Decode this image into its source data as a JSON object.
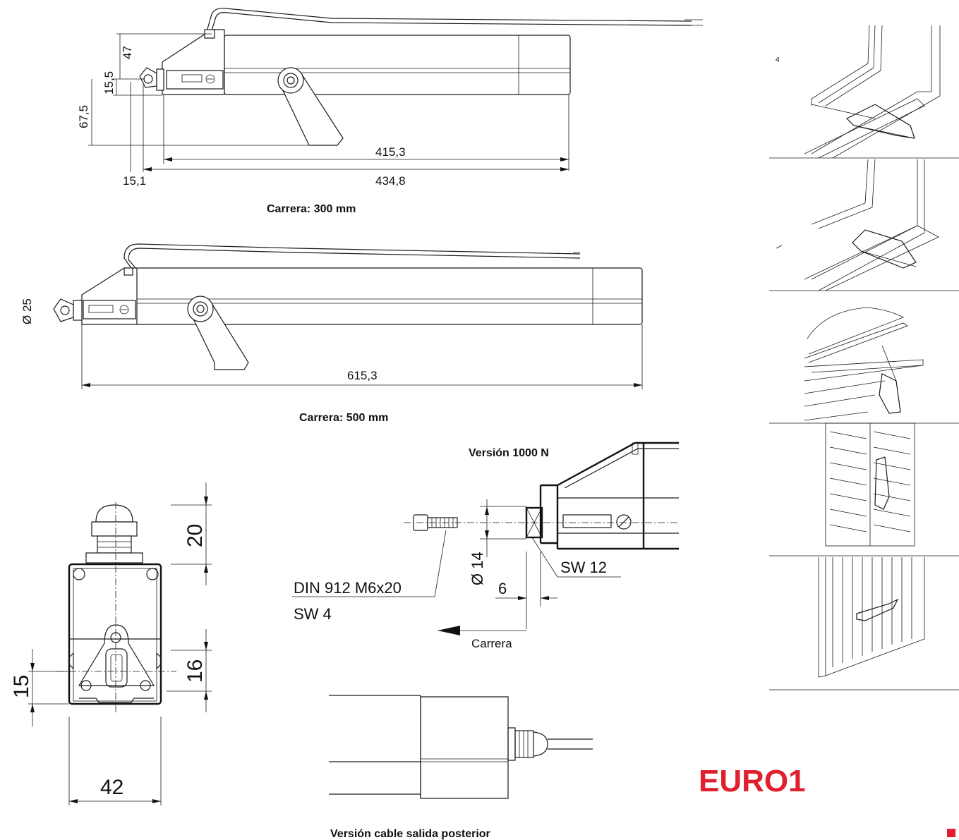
{
  "captions": {
    "stroke_300": "Carrera: 300 mm",
    "stroke_500": "Carrera: 500 mm",
    "version_1000n": "Versión 1000 N",
    "rear_cable": "Versión cable salida posterior"
  },
  "dims_300": {
    "d47": "47",
    "d15_5": "15,5",
    "d67_5": "67,5",
    "d415_3": "415,3",
    "d434_8": "434,8",
    "d15_1": "15,1"
  },
  "dims_500": {
    "d25": "Ø 25",
    "d615_3": "615,3"
  },
  "dims_section": {
    "d20": "20",
    "d16": "16",
    "d15": "15",
    "d42": "42"
  },
  "detail_1000n": {
    "screw": "DIN 912 M6x20",
    "sw4": "SW 4",
    "d14": "Ø 14",
    "sw12": "SW 12",
    "d6": "6",
    "stroke": "Carrera"
  },
  "brand": "EURO1",
  "colors": {
    "brand": "#e0202e"
  }
}
